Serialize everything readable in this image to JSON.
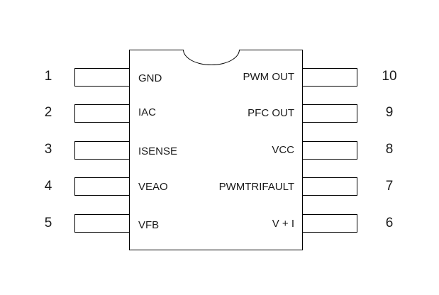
{
  "diagram": {
    "type": "ic-pinout",
    "pin_count": 10,
    "left_pins": [
      {
        "number": "1",
        "name": "GND"
      },
      {
        "number": "2",
        "name": "IAC"
      },
      {
        "number": "3",
        "name": "ISENSE"
      },
      {
        "number": "4",
        "name": "VEAO"
      },
      {
        "number": "5",
        "name": "VFB"
      }
    ],
    "right_pins": [
      {
        "number": "10",
        "name": "PWM OUT"
      },
      {
        "number": "9",
        "name": "PFC OUT"
      },
      {
        "number": "8",
        "name": "VCC"
      },
      {
        "number": "7",
        "name": "PWMTRIFAULT"
      },
      {
        "number": "6",
        "name": "V + I"
      }
    ]
  }
}
